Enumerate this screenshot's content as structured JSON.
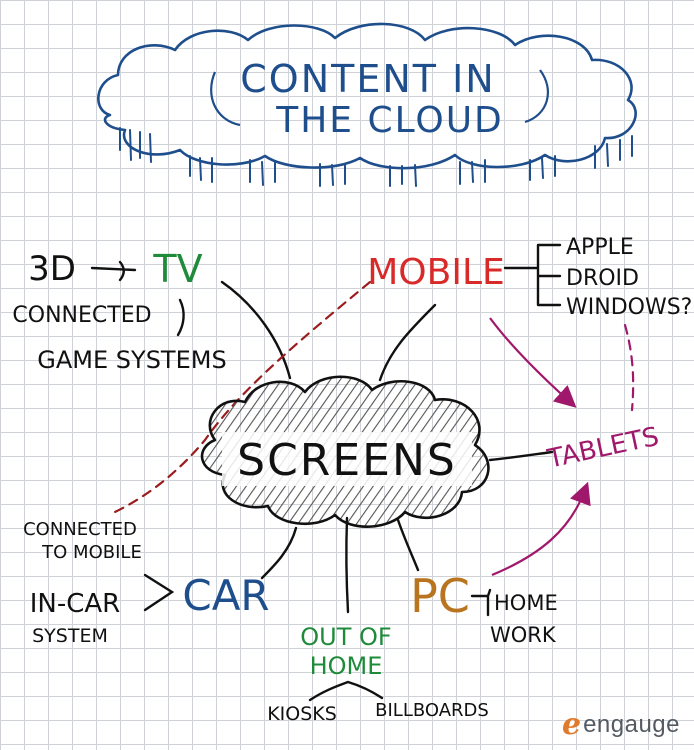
{
  "title": {
    "line1": "CONTENT IN",
    "line2": "THE CLOUD"
  },
  "center": "SCREENS",
  "tv": {
    "label": "TV",
    "items": [
      "3D",
      "CONNECTED",
      "GAME SYSTEMS"
    ]
  },
  "mobile": {
    "label": "MOBILE",
    "items": [
      "APPLE",
      "DROID",
      "WINDOWS?"
    ]
  },
  "tablets": {
    "label": "TABLETS"
  },
  "car": {
    "label": "CAR",
    "items": [
      "CONNECTED",
      "TO MOBILE",
      "IN-CAR",
      "SYSTEM"
    ]
  },
  "pc": {
    "label": "PC",
    "items": [
      "HOME",
      "WORK"
    ]
  },
  "ooh": {
    "line1": "OUT OF",
    "line2": "HOME",
    "items": [
      "KIOSKS",
      "BILLBOARDS"
    ]
  },
  "logo": {
    "mark": "e",
    "word": "engauge"
  },
  "colors": {
    "blue": "#1f4e8c",
    "green": "#1f8a3a",
    "red": "#d92a2a",
    "magenta": "#a0186b",
    "brown": "#b8741f",
    "ink": "#111111",
    "dashed_red": "#9b1c1c",
    "logo_orange": "#e07a2c"
  }
}
